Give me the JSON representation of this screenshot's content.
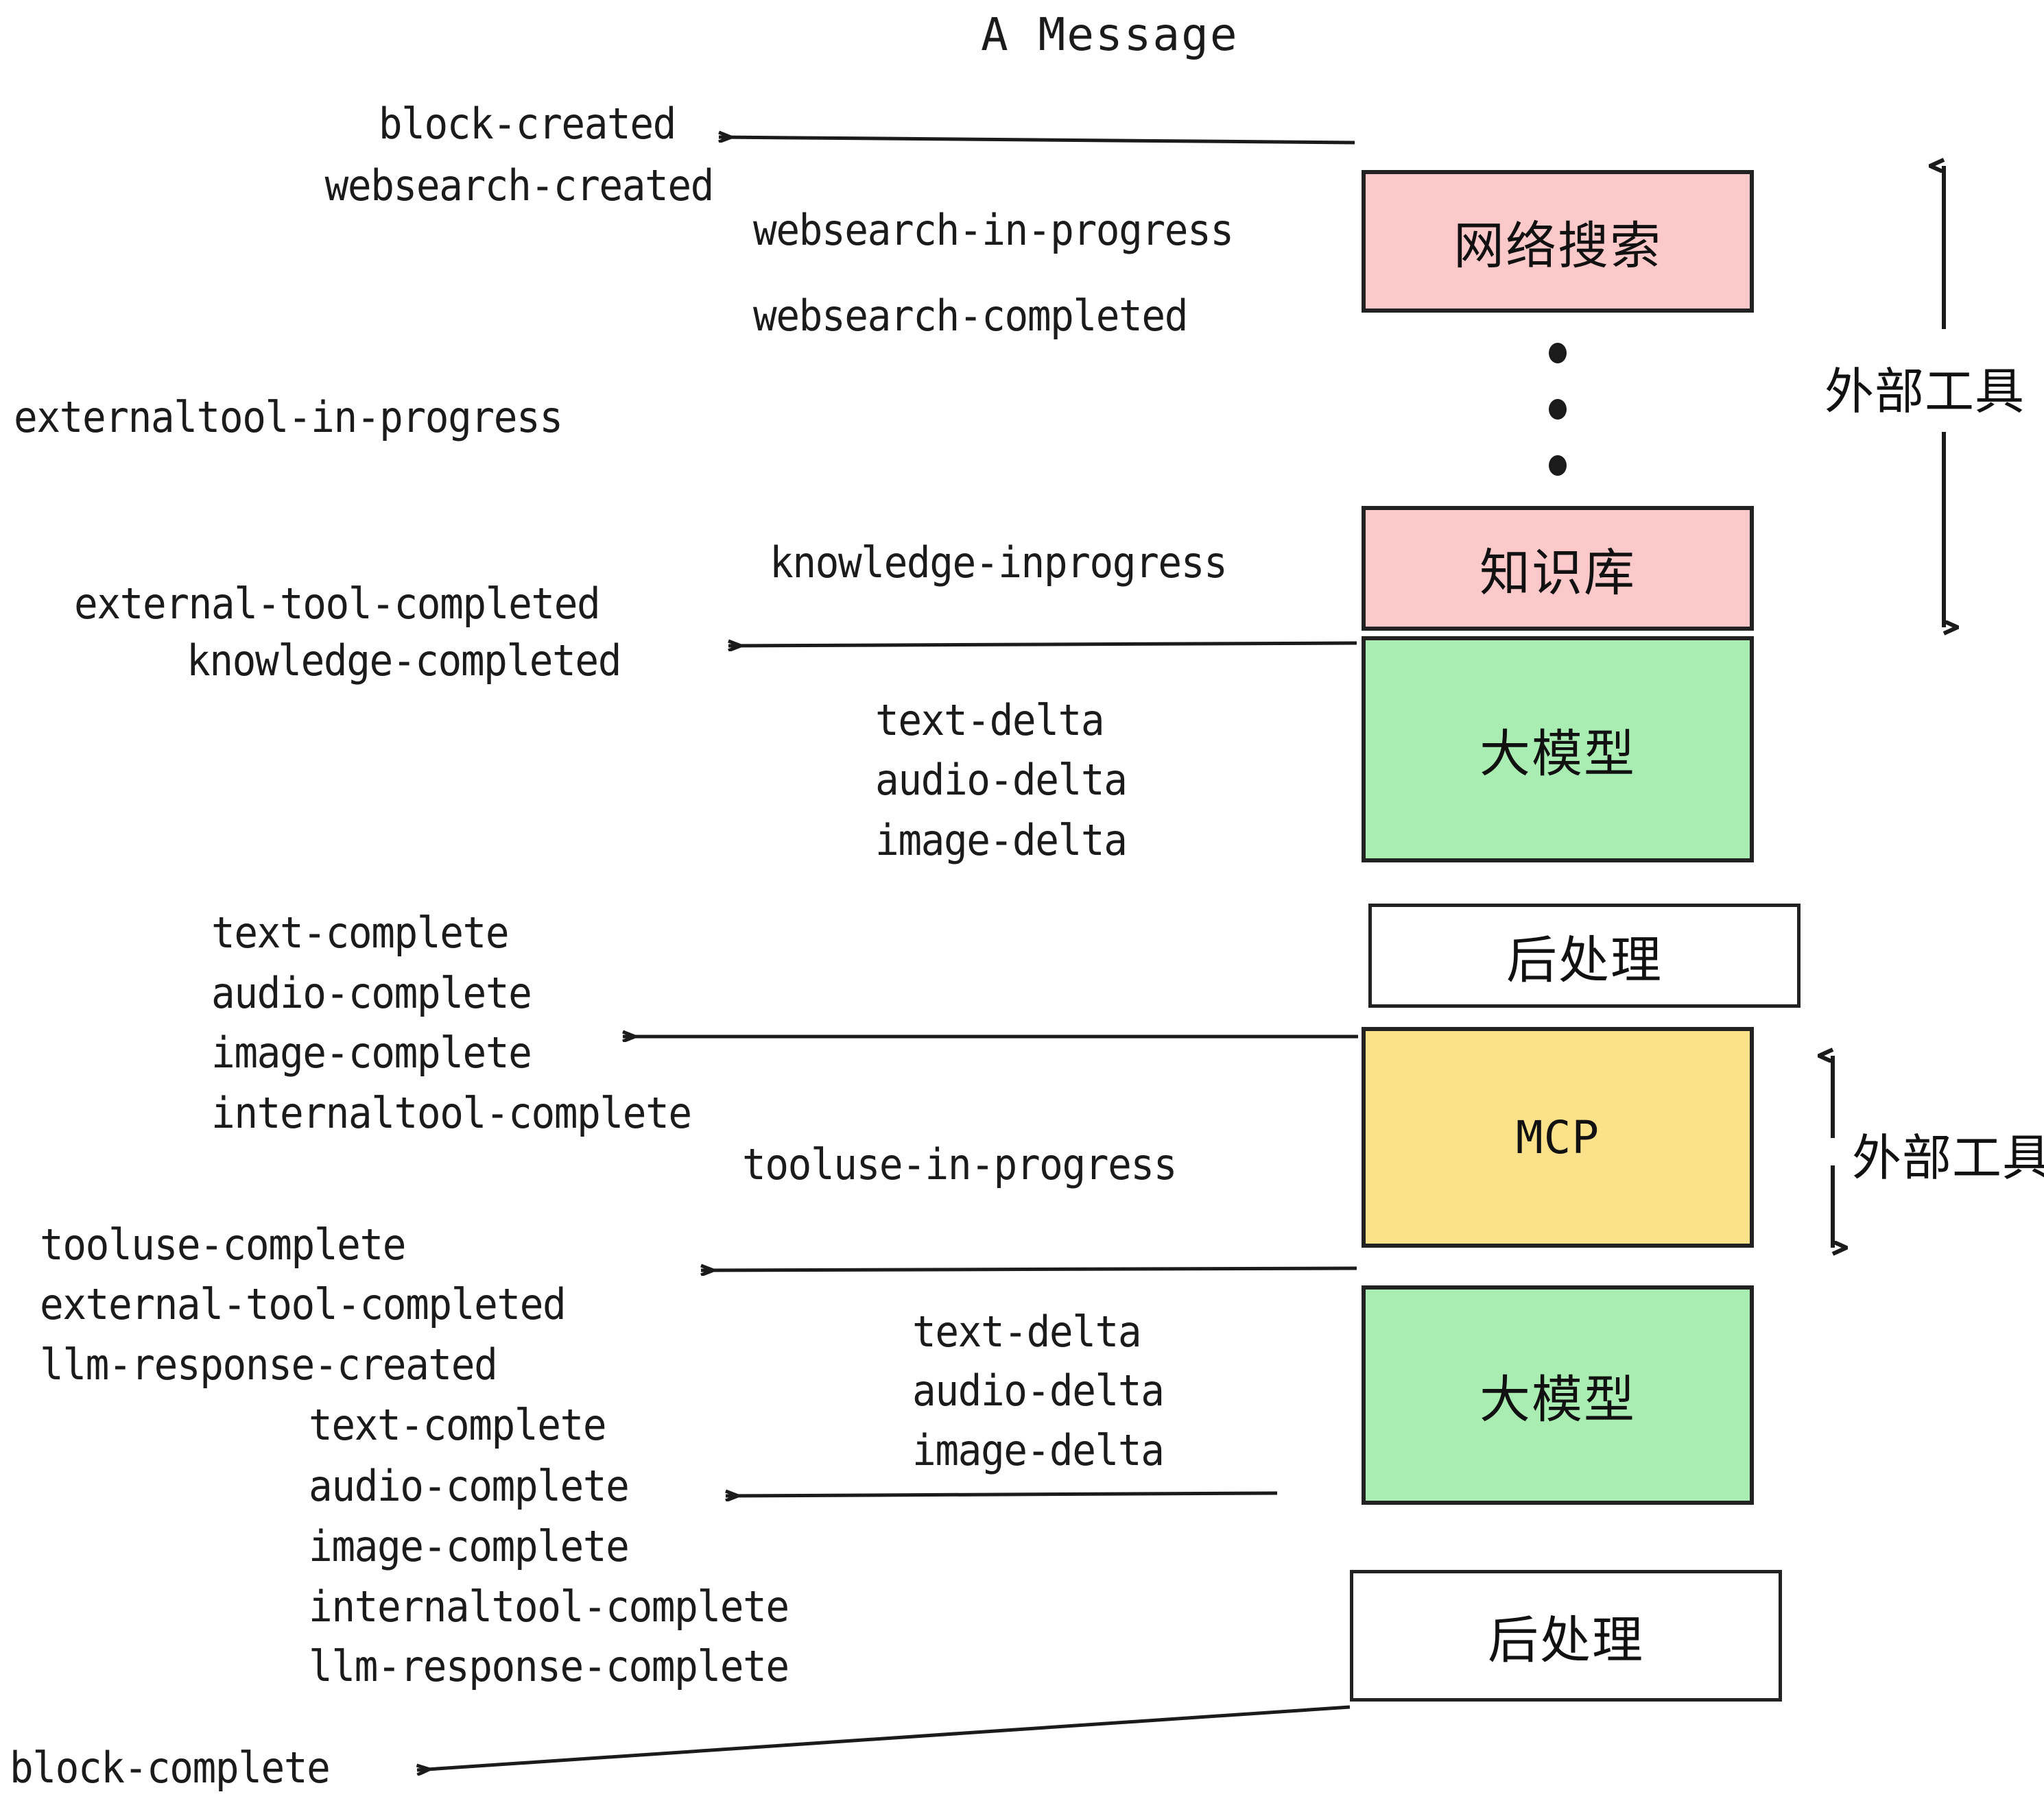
{
  "title": "A Message",
  "diagram": {
    "type": "sequence-flow",
    "boxes": [
      {
        "id": "websearch",
        "label": "网络搜索",
        "color": "#fbc9c9",
        "script": "cjk"
      },
      {
        "id": "knowledge",
        "label": "知识库",
        "color": "#fbc9c9",
        "script": "cjk"
      },
      {
        "id": "llm-1",
        "label": "大模型",
        "color": "#aaedb2",
        "script": "cjk"
      },
      {
        "id": "postprocess-1",
        "label": "后处理",
        "color": "#ffffff",
        "script": "cjk"
      },
      {
        "id": "mcp",
        "label": "MCP",
        "color": "#fbe28a",
        "script": "latin"
      },
      {
        "id": "llm-2",
        "label": "大模型",
        "color": "#aaedb2",
        "script": "cjk"
      },
      {
        "id": "postprocess-2",
        "label": "后处理",
        "color": "#ffffff",
        "script": "cjk"
      }
    ],
    "group_labels": [
      {
        "id": "external-tools-top",
        "label": "外部工具"
      },
      {
        "id": "external-tools-bottom",
        "label": "外部工具"
      }
    ],
    "events": [
      {
        "id": "block-created",
        "text": "block-created"
      },
      {
        "id": "websearch-created",
        "text": "websearch-created"
      },
      {
        "id": "websearch-in-progress",
        "text": "websearch-in-progress"
      },
      {
        "id": "websearch-completed",
        "text": "websearch-completed"
      },
      {
        "id": "externaltool-in-progress",
        "text": "externaltool-in-progress"
      },
      {
        "id": "knowledge-inprogress",
        "text": "knowledge-inprogress"
      },
      {
        "id": "external-tool-completed-1",
        "text": "external-tool-completed"
      },
      {
        "id": "knowledge-completed",
        "text": "knowledge-completed"
      },
      {
        "id": "text-delta-1",
        "text": "text-delta"
      },
      {
        "id": "audio-delta-1",
        "text": "audio-delta"
      },
      {
        "id": "image-delta-1",
        "text": "image-delta"
      },
      {
        "id": "text-complete-1",
        "text": "text-complete"
      },
      {
        "id": "audio-complete-1",
        "text": "audio-complete"
      },
      {
        "id": "image-complete-1",
        "text": "image-complete"
      },
      {
        "id": "internaltool-complete-1",
        "text": "internaltool-complete"
      },
      {
        "id": "tooluse-in-progress",
        "text": "tooluse-in-progress"
      },
      {
        "id": "tooluse-complete",
        "text": "tooluse-complete"
      },
      {
        "id": "external-tool-completed-2",
        "text": "external-tool-completed"
      },
      {
        "id": "llm-response-created",
        "text": "llm-response-created"
      },
      {
        "id": "text-delta-2",
        "text": "text-delta"
      },
      {
        "id": "audio-delta-2",
        "text": "audio-delta"
      },
      {
        "id": "image-delta-2",
        "text": "image-delta"
      },
      {
        "id": "text-complete-2",
        "text": "text-complete"
      },
      {
        "id": "audio-complete-2",
        "text": "audio-complete"
      },
      {
        "id": "image-complete-2",
        "text": "image-complete"
      },
      {
        "id": "internaltool-complete-2",
        "text": "internaltool-complete"
      },
      {
        "id": "llm-response-complete",
        "text": "llm-response-complete"
      },
      {
        "id": "block-complete",
        "text": "block-complete"
      }
    ],
    "colors": {
      "pink": "#fbc9c9",
      "green": "#aaedb2",
      "yellow": "#fbe28a",
      "white": "#ffffff",
      "stroke": "#222222",
      "text": "#1b1b1b"
    }
  }
}
